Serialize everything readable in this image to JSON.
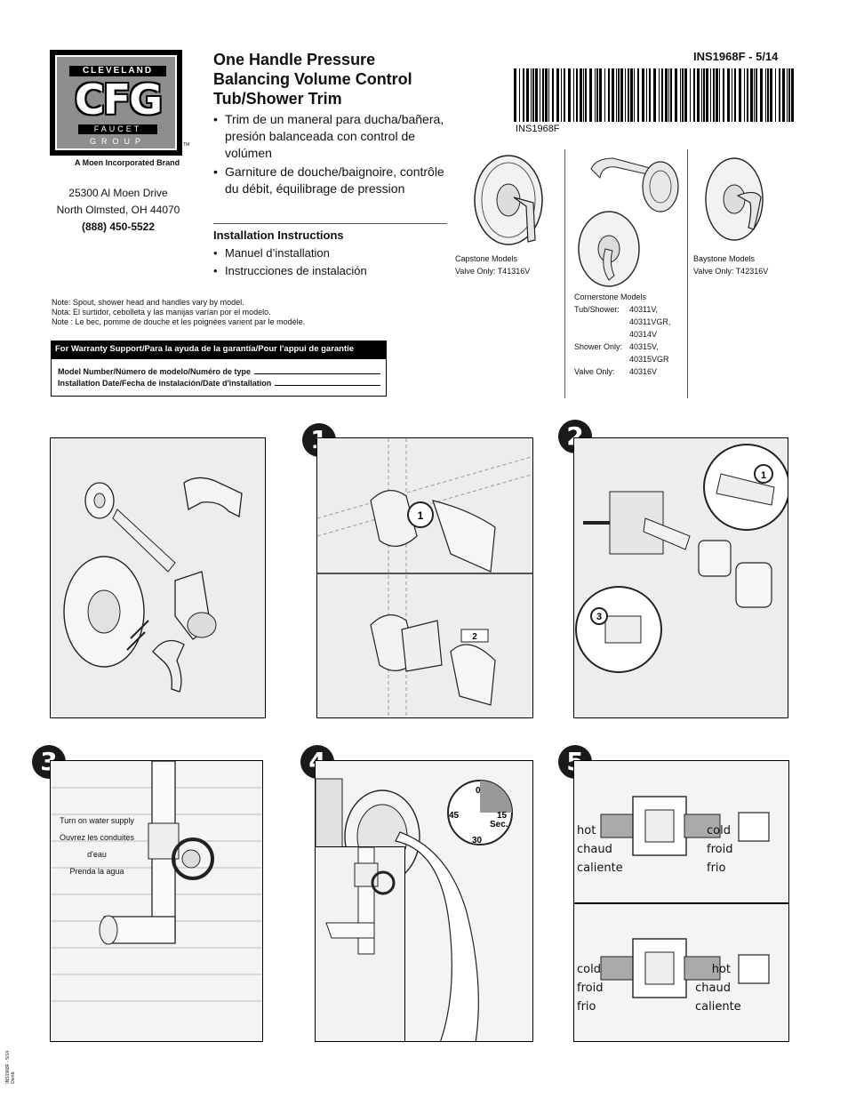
{
  "logo": {
    "top": "CLEVELAND",
    "main": "CFG",
    "middle": "FAUCET",
    "bottom": "GROUP",
    "tm": "TM",
    "tagline": "A Moen Incorporated Brand"
  },
  "address": {
    "line1": "25300 Al Moen Drive",
    "line2": "North Olmsted, OH 44070",
    "phone": "(888) 450-5522"
  },
  "title": {
    "line1": "One Handle Pressure",
    "line2": "Balancing Volume Control",
    "line3": "Tub/Shower Trim"
  },
  "translations": [
    "Trim de un maneral para ducha/bañera, presión balanceada con control de volúmen",
    "Garniture de douche/baignoire, contrôle du débit, équilibrage de pression"
  ],
  "install": {
    "title": "Installation Instructions",
    "items": [
      "Manuel d’installation",
      "Instrucciones de instalación"
    ]
  },
  "doc_number": "INS1968F - 5/14",
  "barcode_text": "INS1968F",
  "notes": [
    "Note: Spout, shower head and handles vary by model.",
    "Nota: El surtidor, cebolleta y las manijas varían por el modelo.",
    "Note : Le bec, pomme de douche  et les poignées varient par le modèle."
  ],
  "warranty": {
    "header": "For Warranty Support/Para la ayuda de la garantía/Pour l'appui de garantie",
    "model_label": "Model Number/Número de modelo/Numéro de type",
    "date_label": "Installation Date/Fecha de instalación/Date d'installation"
  },
  "models": {
    "capstone": {
      "name": "Capstone Models",
      "valve": "Valve Only: T41316V"
    },
    "cornerstone": {
      "name": "Cornerstone Models",
      "rows": [
        [
          "Tub/Shower:",
          "40311V,"
        ],
        [
          "",
          "40311VGR,"
        ],
        [
          "",
          "40314V"
        ],
        [
          "Shower Only:",
          "40315V,"
        ],
        [
          "",
          "40315VGR"
        ],
        [
          "Valve Only:",
          "40316V"
        ]
      ]
    },
    "baystone": {
      "name": "Baystone Models",
      "valve": "Valve Only: T42316V"
    }
  },
  "steps": {
    "s1": "1",
    "s2": "2",
    "s3": "3",
    "s4": "4",
    "s5": "5",
    "sub1": "1",
    "sub2": "2",
    "sub3": "3"
  },
  "water_supply": [
    "Turn on water supply",
    "Ouvrez les conduites d'eau",
    "Prenda la agua"
  ],
  "timer": {
    "t0": "0",
    "t15": "15",
    "t30": "30",
    "t45": "45",
    "unit": "Sec."
  },
  "connections": {
    "top_left": [
      "hot",
      "chaud",
      "caliente"
    ],
    "top_right": [
      "cold",
      "froid",
      "frio"
    ],
    "bottom_left": [
      "cold",
      "froid",
      "frio"
    ],
    "bottom_right": [
      "hot",
      "chaud",
      "caliente"
    ]
  },
  "side_code": [
    "INS1968F - 5/14",
    "Dsmb"
  ],
  "colors": {
    "panel_bg": "#ededed",
    "ink": "#111111"
  }
}
